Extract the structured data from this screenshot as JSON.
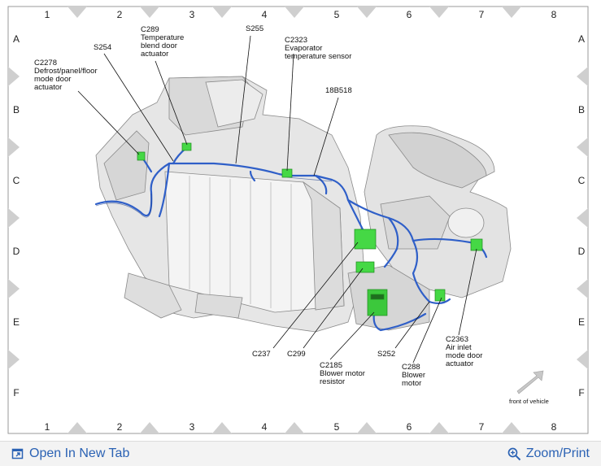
{
  "grid": {
    "columns": [
      "1",
      "2",
      "3",
      "4",
      "5",
      "6",
      "7",
      "8"
    ],
    "rows": [
      "A",
      "B",
      "C",
      "D",
      "E",
      "F"
    ]
  },
  "callouts": {
    "c2278": [
      "C2278",
      "Defrost/panel/floor",
      "mode door",
      "actuator"
    ],
    "s254": [
      "S254"
    ],
    "c289": [
      "C289",
      "Temperature",
      "blend door",
      "actuator"
    ],
    "s255": [
      "S255"
    ],
    "c2323": [
      "C2323",
      "Evaporator",
      "temperature sensor"
    ],
    "b18b518": [
      "18B518"
    ],
    "c237": [
      "C237"
    ],
    "c299": [
      "C299"
    ],
    "c2185": [
      "C2185",
      "Blower motor",
      "resistor"
    ],
    "s252": [
      "S252"
    ],
    "c288": [
      "C288",
      "Blower",
      "motor"
    ],
    "c2363": [
      "C2363",
      "Air inlet",
      "mode door",
      "actuator"
    ]
  },
  "front_label": "front of vehicle",
  "toolbar": {
    "open_tab_label": "Open In New Tab",
    "zoom_label": "Zoom/Print"
  },
  "colors": {
    "harness": "#2f5fc8",
    "connector": "#45d845",
    "link": "#2b62b4"
  }
}
